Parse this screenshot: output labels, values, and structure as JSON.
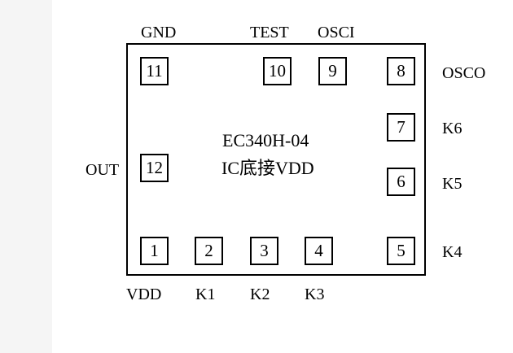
{
  "chip": {
    "part_number": "EC340H-04",
    "substrate_note": "IC底接VDD"
  },
  "pads": [
    "11",
    "10",
    "9",
    "8",
    "7",
    "6",
    "12",
    "1",
    "2",
    "3",
    "4",
    "5"
  ],
  "pin_labels": {
    "gnd": "GND",
    "test": "TEST",
    "osci": "OSCI",
    "osco": "OSCO",
    "k6": "K6",
    "k5": "K5",
    "out": "OUT",
    "k4": "K4",
    "vdd": "VDD",
    "k1": "K1",
    "k2": "K2",
    "k3": "K3"
  }
}
